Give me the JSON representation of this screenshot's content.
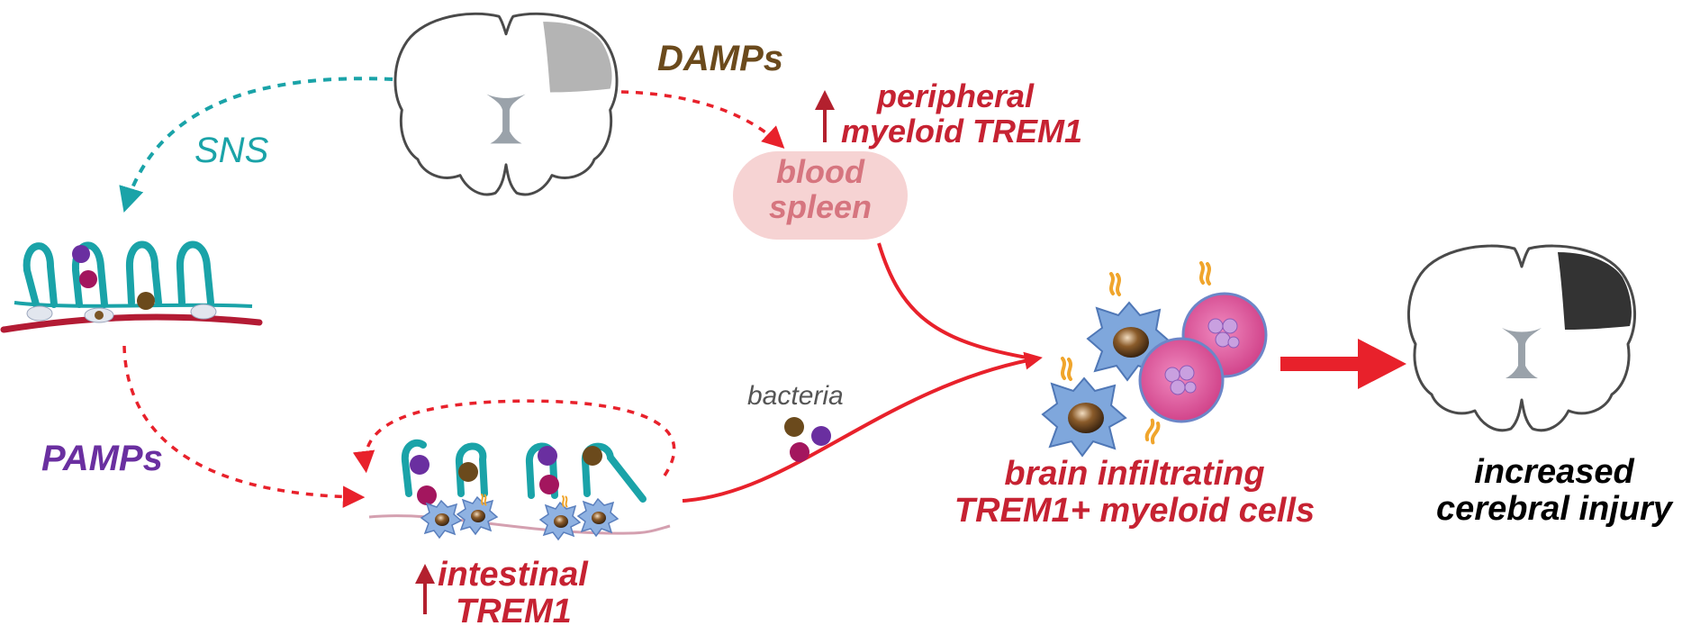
{
  "colors": {
    "red": "#e8212b",
    "teal": "#1aa3a8",
    "brown": "#6b4a1c",
    "purple": "#6a2fa0",
    "label_red": "#c62232",
    "spleen_fill": "#f6d3d3",
    "spleen_text": "#d6757f",
    "lesion_light": "#b4b4b4",
    "lesion_dark": "#333333",
    "cell_blue": "#7fa7dc",
    "cell_pink": "#d94c8e"
  },
  "icons": [
    "brain-coronal-section-icon",
    "intestinal-villi-icon",
    "myeloid-cell-icon",
    "neutrophil-icon",
    "bacteria-icon"
  ],
  "labels": {
    "damps": "DAMPs",
    "sns": "SNS",
    "pamps": "PAMPs",
    "peripheral_line1": "peripheral",
    "peripheral_line2": "myeloid TREM1",
    "blood": "blood",
    "spleen": "spleen",
    "bacteria": "bacteria",
    "infiltrating_line1": "brain infiltrating",
    "infiltrating_line2": "TREM1+ myeloid cells",
    "intestinal_line1": "intestinal",
    "intestinal_line2": "TREM1",
    "injury_line1": "increased",
    "injury_line2": "cerebral injury"
  }
}
